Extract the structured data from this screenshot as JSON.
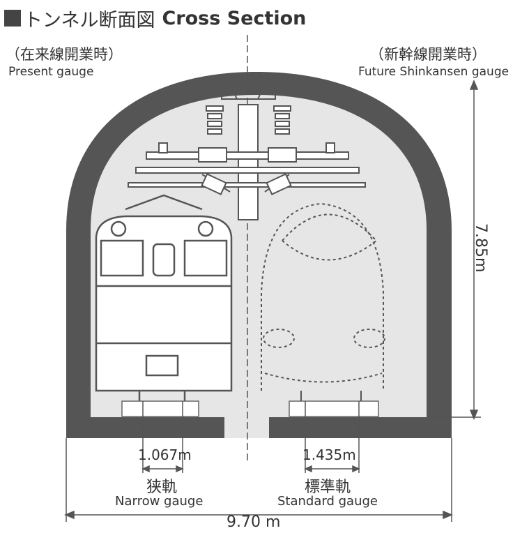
{
  "header": {
    "title_jp": "トンネル断面図",
    "title_en": "Cross Section"
  },
  "left_label": {
    "jp": "（在来線開業時）",
    "en": "Present gauge"
  },
  "right_label": {
    "jp": "（新幹線開業時）",
    "en": "Future Shinkansen gauge"
  },
  "height_dim": "7.85m",
  "width_dim": "9.70 m",
  "narrow": {
    "value": "1.067m",
    "jp": "狭軌",
    "en": "Narrow gauge"
  },
  "standard": {
    "value": "1.435m",
    "jp": "標準軌",
    "en": "Standard gauge"
  },
  "colors": {
    "tunnel": "#555555",
    "fill": "#e6e6e6",
    "line": "#666666"
  }
}
